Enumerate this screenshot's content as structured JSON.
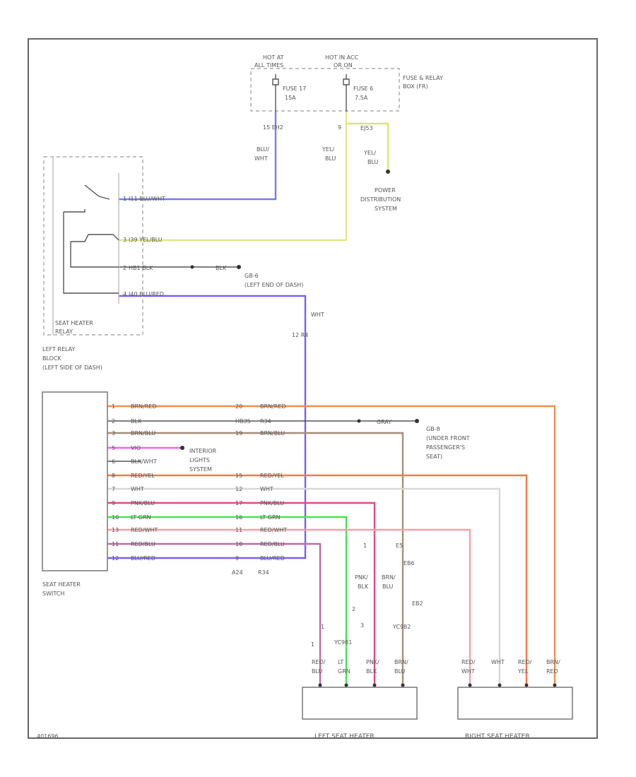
{
  "fuse_box": {
    "hot_left": [
      "HOT AT",
      "ALL TIMES"
    ],
    "hot_right": [
      "HOT IN ACC",
      "OR ON"
    ],
    "fuse_left": [
      "FUSE 17",
      "15A"
    ],
    "fuse_right": [
      "FUSE 6",
      "7.5A"
    ],
    "title": [
      "FUSE & RELAY",
      "BOX (FR)"
    ],
    "pin_left": "15  EH2",
    "pin_right": "9",
    "conn_right": "EJ53"
  },
  "wires_top": {
    "blu_wht": [
      "BLU/",
      "WHT"
    ],
    "yel_blu_a": [
      "YEL/",
      "BLU"
    ],
    "yel_blu_b": [
      "YEL/",
      "BLU"
    ]
  },
  "power_dist": [
    "POWER",
    "DISTRIBUTION",
    "SYSTEM"
  ],
  "relay": {
    "title": [
      "SEAT HEATER",
      "RELAY"
    ],
    "pin1": "1",
    "pin2": "3",
    "pin3": "2",
    "pin4": "4",
    "w1": "I11 BLU/WHT",
    "w2": "I39 YEL/BLU",
    "w3": "HB1 BLK",
    "w4": "I40 BLU/RED",
    "gnd_wire": "BLK",
    "gnd_label": [
      "GB-6",
      "(LEFT END OF DASH)"
    ],
    "block": [
      "LEFT RELAY",
      "BLOCK",
      "(LEFT SIDE OF DASH)"
    ]
  },
  "wht_conn": [
    "WHT",
    "12  R4"
  ],
  "switch": {
    "title": [
      "SEAT HEATER",
      "SWITCH"
    ],
    "pins": [
      {
        "num": "1",
        "wire": "BRN/RED",
        "conn": "20",
        "out": "BRN/RED"
      },
      {
        "num": "2",
        "wire": "BLK",
        "conn": "HB35",
        "out": "R34"
      },
      {
        "num": "3",
        "wire": "BRN/BLU",
        "conn": "19",
        "out": "BRN/BLU"
      },
      {
        "num": "5",
        "wire": "VIO",
        "conn": "",
        "out": ""
      },
      {
        "num": "6",
        "wire": "BLK/WHT",
        "conn": "",
        "out": ""
      },
      {
        "num": "8",
        "wire": "RED/YEL",
        "conn": "15",
        "out": "RED/YEL"
      },
      {
        "num": "7",
        "wire": "WHT",
        "conn": "12",
        "out": "WHT"
      },
      {
        "num": "9",
        "wire": "PNK/BLU",
        "conn": "17",
        "out": "PNK/BLU"
      },
      {
        "num": "10",
        "wire": "LT GRN",
        "conn": "16",
        "out": "LT GRN"
      },
      {
        "num": "13",
        "wire": "RED/WHT",
        "conn": "11",
        "out": "RED/WHT"
      },
      {
        "num": "11",
        "wire": "RED/BLU",
        "conn": "10",
        "out": "RED/BLU"
      },
      {
        "num": "12",
        "wire": "BLU/RED",
        "conn": "9",
        "out": "BLU/RED"
      }
    ],
    "bottom_conns": [
      "A24",
      "R34"
    ]
  },
  "gray_wire": "GRAY",
  "gnd2": [
    "GB-8",
    "(UNDER FRONT",
    "PASSENGER'S",
    "SEAT)"
  ],
  "interior": [
    "INTERIOR",
    "LIGHTS",
    "SYSTEM"
  ],
  "mid_labels": {
    "c1": "1",
    "c2": "E5",
    "c3": "EB6",
    "pnk_blk": [
      "PNK/",
      "BLK"
    ],
    "brn_blu": [
      "BRN/",
      "BLU"
    ],
    "c4": "2",
    "c5": "EB2",
    "c6": "3",
    "c7": "1",
    "c8": "1",
    "c9": "YC981",
    "c10": "YC982"
  },
  "left_heater": {
    "title": "LEFT SEAT HEATER",
    "labels": [
      [
        "RED/",
        "BLU"
      ],
      [
        "LT",
        "GRN"
      ],
      [
        "PNK/",
        "BLK"
      ],
      [
        "BRN/",
        "BLU"
      ]
    ]
  },
  "right_heater": {
    "title": "RIGHT SEAT HEATER",
    "labels": [
      [
        "RED/",
        "WHT"
      ],
      [
        "WHT"
      ],
      [
        "RED/",
        "YEL"
      ],
      [
        "BRN/",
        "RED"
      ]
    ]
  },
  "footer_code": "401696",
  "colors": {
    "blu_wht": "#7a7af0",
    "yel_blu": "#e6e68a",
    "yel_green": "#d8e870",
    "blu_red": "#7b5ef5",
    "blue": "#6a7bf0",
    "brn_red": "#f28d4c",
    "brn_blu": "#a88c78",
    "vio": "#ee66ee",
    "red_yel": "#f47a4a",
    "wht": "#d8d8d8",
    "pnk_blu": "#e04a86",
    "lt_grn": "#44e64c",
    "red_wht": "#f4a0a8",
    "red_blu": "#c06aa8",
    "blk": "#555555",
    "gray": "#999999",
    "right_red": "#ff6a6a"
  }
}
